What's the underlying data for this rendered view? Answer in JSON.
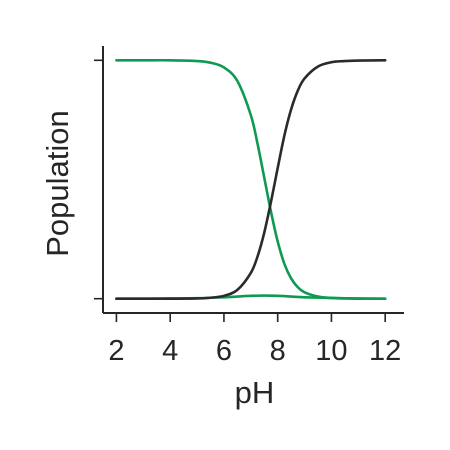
{
  "chart_data": {
    "type": "line",
    "title": "",
    "xlabel": "pH",
    "ylabel": "Population",
    "xlim": [
      1.5,
      12.7
    ],
    "ylim": [
      -0.06,
      1.06
    ],
    "x_ticks": [
      "2",
      "4",
      "6",
      "8",
      "10",
      "12"
    ],
    "x_tick_values": [
      2,
      4,
      6,
      8,
      10,
      12
    ],
    "y_tick_values": [
      0,
      1
    ],
    "grid": false,
    "series": [
      {
        "color": "#2b2b2b",
        "x": [
          2,
          3,
          4,
          5,
          5.5,
          6,
          6.5,
          7,
          7.25,
          7.5,
          7.75,
          8,
          8.25,
          8.5,
          8.75,
          9,
          9.5,
          10,
          10.5,
          11,
          12
        ],
        "y": [
          0.0,
          0.0,
          0.0,
          0.001,
          0.004,
          0.012,
          0.037,
          0.108,
          0.177,
          0.277,
          0.406,
          0.548,
          0.685,
          0.794,
          0.873,
          0.924,
          0.974,
          0.992,
          0.997,
          0.999,
          1.0
        ]
      },
      {
        "color": "#0e9a52",
        "x": [
          2,
          3,
          4,
          5,
          5.5,
          6,
          6.5,
          7,
          7.25,
          7.5,
          7.75,
          8,
          8.25,
          8.5,
          8.75,
          9,
          9.5,
          10,
          10.5,
          11,
          12
        ],
        "y": [
          1.0,
          1.0,
          1.0,
          0.997,
          0.99,
          0.97,
          0.913,
          0.77,
          0.65,
          0.508,
          0.365,
          0.24,
          0.146,
          0.085,
          0.048,
          0.027,
          0.009,
          0.003,
          0.001,
          0.0,
          0.0
        ]
      },
      {
        "color": "#0e9a52",
        "x": [
          2,
          3,
          4,
          5,
          6,
          6.5,
          7,
          7.5,
          8,
          8.5,
          9,
          10,
          11,
          12
        ],
        "y": [
          0.0,
          0.0,
          0.001,
          0.002,
          0.006,
          0.009,
          0.012,
          0.013,
          0.012,
          0.009,
          0.006,
          0.003,
          0.001,
          0.0
        ]
      }
    ]
  }
}
